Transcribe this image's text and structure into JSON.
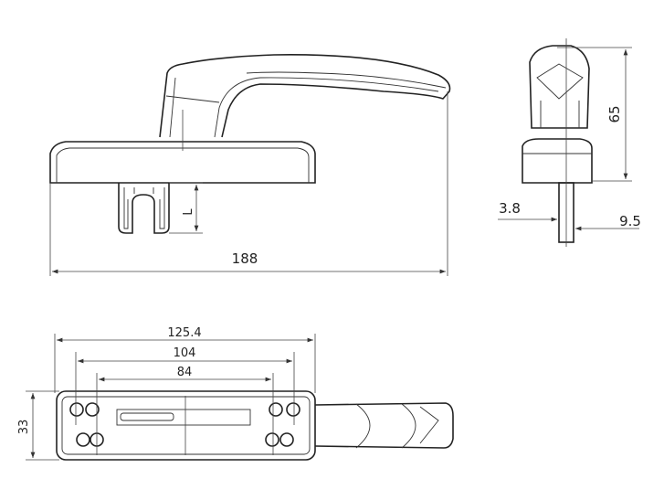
{
  "drawing": {
    "front_view": {
      "overall_length": "188",
      "slot_depth": "L"
    },
    "side_view": {
      "height": "65",
      "shaft_offset": "3.8",
      "shaft_width": "9.5"
    },
    "top_view": {
      "outer_width": "125.4",
      "hole_span_outer": "104",
      "hole_span_inner": "84",
      "plate_height": "33"
    }
  }
}
